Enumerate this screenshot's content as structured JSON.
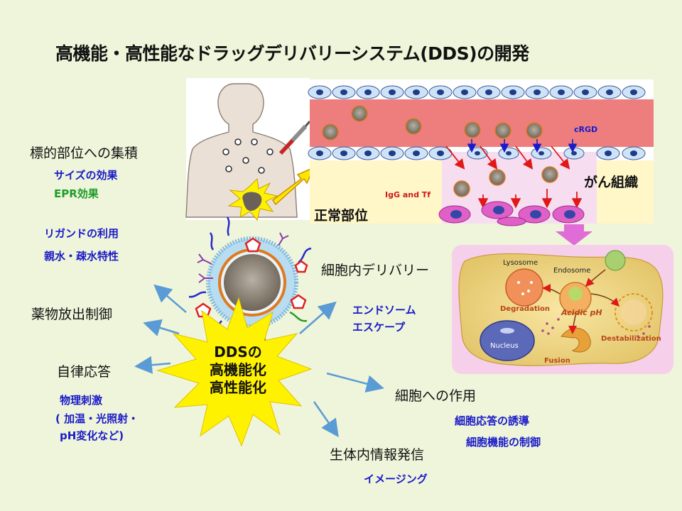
{
  "title": "高機能・高性能なドラッグデリバリーシステム(DDS)の開発",
  "accumulation": {
    "heading": "標的部位への集積",
    "item1": "サイズの効果",
    "item2": "EPR効果"
  },
  "ligand": {
    "line1": "リガンドの利用",
    "line2": "親水・疎水特性"
  },
  "release": {
    "heading": "薬物放出制御"
  },
  "autonomous": {
    "heading": "自律応答",
    "line1": "物理刺激",
    "line2": "( 加温・光照射・",
    "line3": "pH変化など)"
  },
  "center": {
    "line1": "DDSの",
    "line2": "高機能化",
    "line3": "高性能化"
  },
  "intracellular": {
    "heading": "細胞内デリバリー",
    "line1": "エンドソーム",
    "line2": "エスケープ"
  },
  "cell_action": {
    "heading": "細胞への作用",
    "line1": "細胞応答の誘導",
    "line2": "細胞機能の制御"
  },
  "imaging": {
    "heading": "生体内情報発信",
    "item": "イメージング"
  },
  "vessel_panel": {
    "normal": "正常部位",
    "cancer": "がん組織",
    "crgd": "cRGD",
    "igg": "IgG and Tf"
  },
  "cell_panel": {
    "lysosome": "Lysosome",
    "endosome": "Endosome",
    "degradation": "Degradation",
    "acidic": "Acidic pH",
    "nucleus": "Nucleus",
    "fusion": "Fusion",
    "destabilization": "Destabilization"
  },
  "colors": {
    "background": "#EEF5DA",
    "blue_text": "#1A1AC8",
    "green_text": "#1E9B2A",
    "arrow": "#5B9BD5",
    "burst": "#FFF200"
  }
}
